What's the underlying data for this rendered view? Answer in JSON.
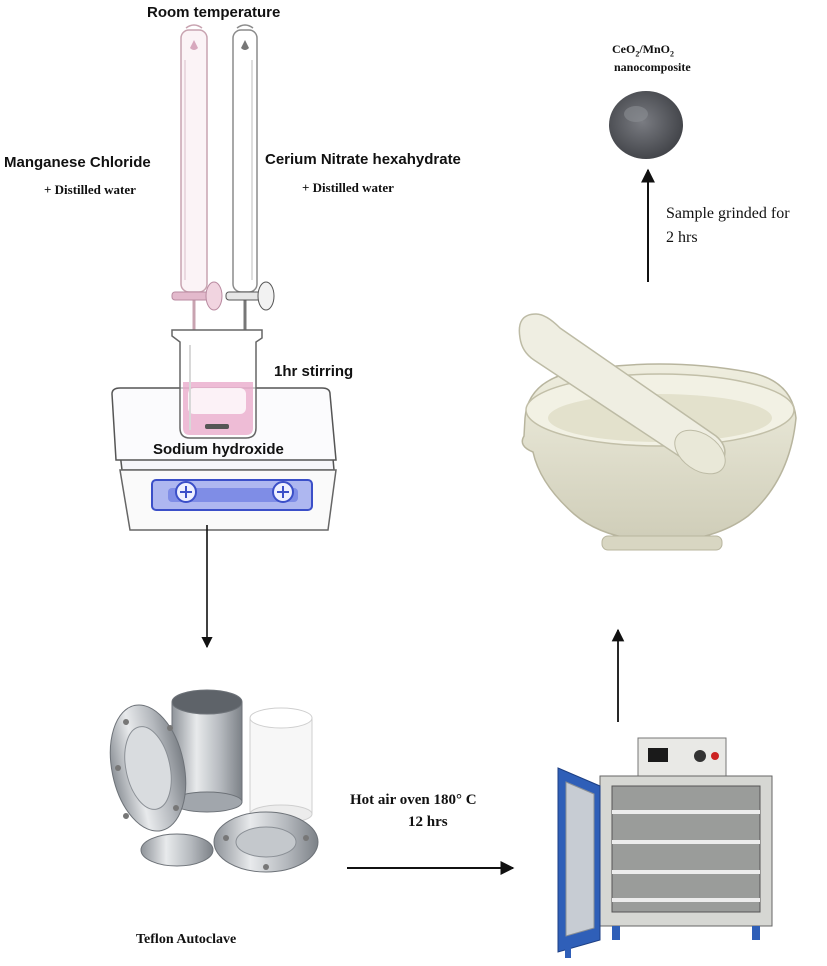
{
  "labels": {
    "room_temperature": "Room temperature",
    "manganese_chloride": "Manganese Chloride",
    "mn_distilled_water": "+ Distilled water",
    "cerium_nitrate": "Cerium Nitrate hexahydrate",
    "ce_distilled_water": "+ Distilled water",
    "stirring": "1hr stirring",
    "sodium_hydroxide": "Sodium hydroxide",
    "teflon_autoclave": "Teflon Autoclave",
    "oven_line1": "Hot air oven 180° C",
    "oven_line2": "12 hrs",
    "grind_line1": "Sample grinded for",
    "grind_line2": "2 hrs",
    "product_line1_main": "CeO",
    "product_line1_sub1": "2",
    "product_line1_mid": "/MnO",
    "product_line1_sub2": "2",
    "product_line2": "nanocomposite"
  },
  "colors": {
    "arrow": "#111111",
    "pink_solution": "#e8a6c8",
    "stirrer_blue": "#3b4fc8",
    "oven_blue": "#2f5fb8",
    "mortar": "#e4e2cf",
    "powder": "#5e6066",
    "steel": "#c9ccd0"
  },
  "icons": {
    "burette_left": "burette-icon",
    "burette_right": "burette-icon",
    "beaker": "beaker-icon",
    "stirrer": "magnetic-stirrer-icon",
    "autoclave": "autoclave-icon",
    "oven": "oven-icon",
    "mortar": "mortar-pestle-icon",
    "powder": "powder-icon"
  }
}
